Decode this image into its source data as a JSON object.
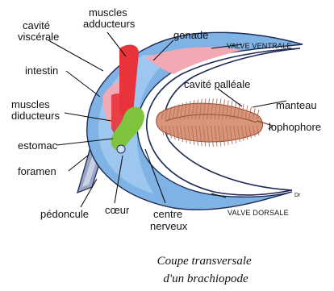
{
  "labels": {
    "cavite_viscerale": [
      "cavité",
      "viscérale"
    ],
    "muscles_adducteurs": [
      "muscles",
      "adducteurs"
    ],
    "gonade": "gonade",
    "valve_ventrale": "VALVE VENTRALE",
    "intestin": "intestin",
    "cavite_palleale": "cavité palléale",
    "manteau": "manteau",
    "lophophore": "lophophore",
    "muscles_diducteurs": [
      "muscles",
      "diducteurs"
    ],
    "estomac": "estomac",
    "foramen": "foramen",
    "pedoncule": "pédoncule",
    "coeur": "cœur",
    "centre_nerveux": [
      "centre",
      "nerveux"
    ],
    "valve_dorsale": "VALVE DORSALE"
  },
  "caption": [
    "Coupe transversale",
    "d'un brachiopode"
  ],
  "colors": {
    "outer_shell": "#7fb3e6",
    "mantle_cavity": "#ffffff",
    "inner_cavity": "#9ec7f0",
    "pink_tissue": "#f2a9b4",
    "red_muscle": "#e8333b",
    "green_gut": "#7ec43c",
    "lophophore": "#d9957a",
    "outline": "#1d2a55"
  }
}
